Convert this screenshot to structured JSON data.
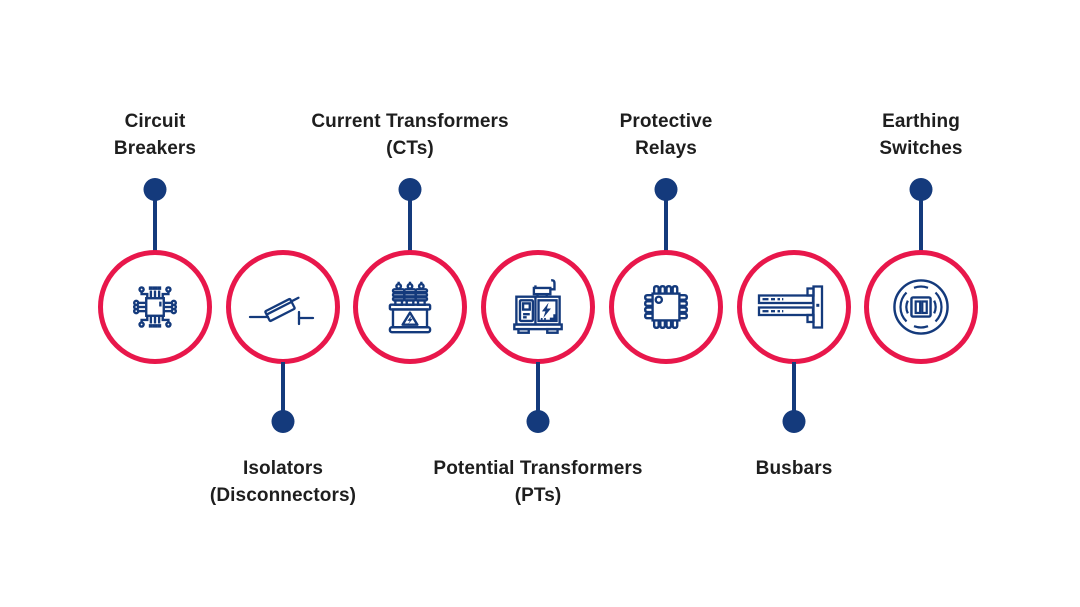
{
  "diagram_title": "",
  "colors": {
    "circle_border": "#E8174B",
    "accent_navy": "#143A7C",
    "label_text": "#1E1E1E",
    "background": "#FFFFFF"
  },
  "components": [
    {
      "label": "Circuit\nBreakers",
      "label_position": "top",
      "icon": "circuit-breaker-chip-icon"
    },
    {
      "label": "Isolators\n(Disconnectors)",
      "label_position": "bottom",
      "icon": "isolator-knife-switch-icon"
    },
    {
      "label": "Current Transformers\n(CTs)",
      "label_position": "top",
      "icon": "transformer-tank-icon"
    },
    {
      "label": "Potential Transformers\n(PTs)",
      "label_position": "bottom",
      "icon": "generator-cabinet-icon"
    },
    {
      "label": "Protective\nRelays",
      "label_position": "top",
      "icon": "relay-microchip-icon"
    },
    {
      "label": "Busbars",
      "label_position": "bottom",
      "icon": "busbar-icon"
    },
    {
      "label": "Earthing\nSwitches",
      "label_position": "top",
      "icon": "earthing-switch-icon"
    }
  ]
}
